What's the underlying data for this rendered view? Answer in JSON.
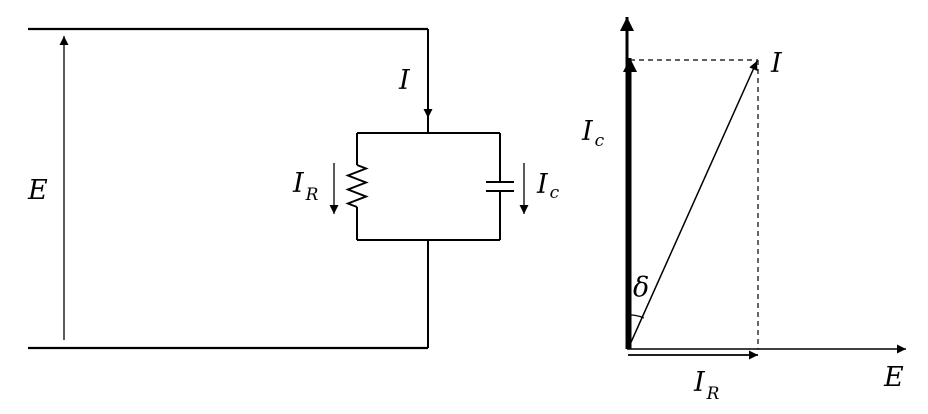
{
  "circuit": {
    "source_voltage_label": "E",
    "total_current_label": "I",
    "resistor_current_label": {
      "main": "I",
      "subscript": "R"
    },
    "capacitor_current_label": {
      "main": "I",
      "subscript": "c"
    }
  },
  "phasor": {
    "vertical_axis_label": {
      "main": "I",
      "subscript": "c"
    },
    "horizontal_axis_label": "E",
    "resultant_label": "I",
    "angle_label": "δ",
    "resistive_component_label": {
      "main": "I",
      "subscript": "R"
    }
  }
}
